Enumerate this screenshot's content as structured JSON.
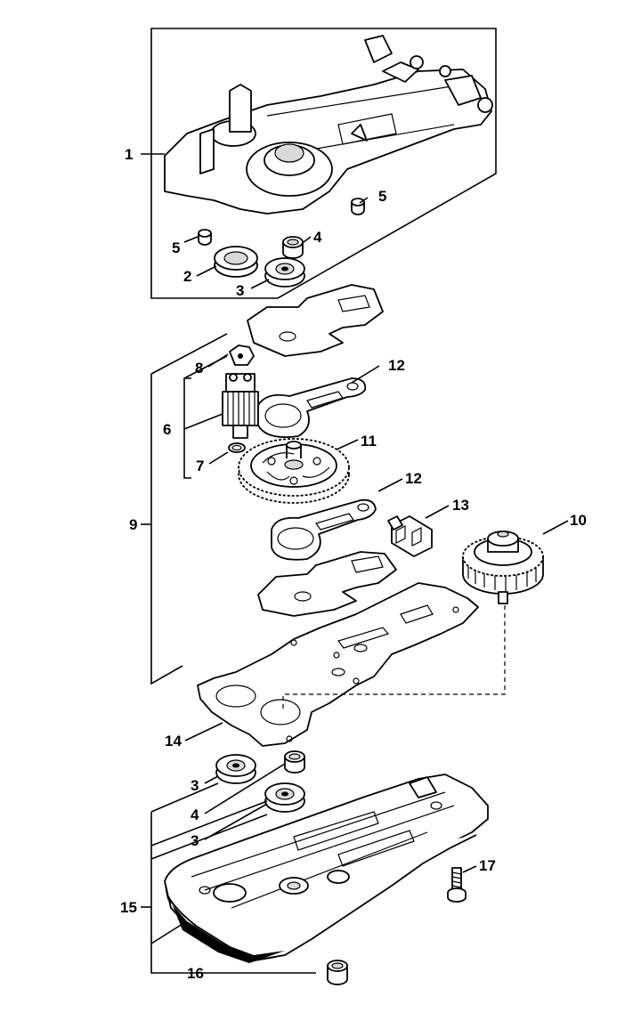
{
  "diagram": {
    "callouts": [
      {
        "id": "c1",
        "label": "1"
      },
      {
        "id": "c2",
        "label": "2"
      },
      {
        "id": "c3a",
        "label": "3"
      },
      {
        "id": "c4a",
        "label": "4"
      },
      {
        "id": "c5a",
        "label": "5"
      },
      {
        "id": "c5b",
        "label": "5"
      },
      {
        "id": "c6",
        "label": "6"
      },
      {
        "id": "c7",
        "label": "7"
      },
      {
        "id": "c8",
        "label": "8"
      },
      {
        "id": "c9",
        "label": "9"
      },
      {
        "id": "c10",
        "label": "10"
      },
      {
        "id": "c11",
        "label": "11"
      },
      {
        "id": "c12a",
        "label": "12"
      },
      {
        "id": "c12b",
        "label": "12"
      },
      {
        "id": "c13",
        "label": "13"
      },
      {
        "id": "c14",
        "label": "14"
      },
      {
        "id": "c3b",
        "label": "3"
      },
      {
        "id": "c4b",
        "label": "4"
      },
      {
        "id": "c3c",
        "label": "3"
      },
      {
        "id": "c15",
        "label": "15"
      },
      {
        "id": "c16",
        "label": "16"
      },
      {
        "id": "c17",
        "label": "17"
      }
    ]
  }
}
